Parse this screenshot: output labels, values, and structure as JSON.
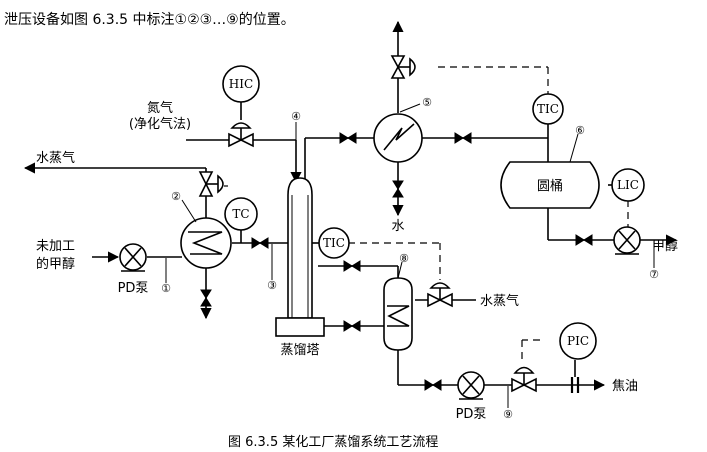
{
  "header": {
    "text": "泄压设备如图 6.3.5 中标注①②③…⑨的位置。"
  },
  "caption": {
    "text": "图 6.3.5   某化工厂蒸馏系统工艺流程"
  },
  "labels": {
    "nitrogen": "氮气",
    "nitrogen_note": "(净化气法)",
    "steam_top": "水蒸气",
    "feed_line1": "未加工",
    "feed_line2": "的甲醇",
    "pump_feed": "PD泵",
    "water": "水",
    "drum": "圆桶",
    "methanol_out": "甲醇",
    "steam_reboiler": "水蒸气",
    "column": "蒸馏塔",
    "pump_bottom": "PD泵",
    "tar": "焦油"
  },
  "instruments": {
    "hic": "HIC",
    "tc": "TC",
    "tic_column": "TIC",
    "tic_top": "TIC",
    "lic": "LIC",
    "pic": "PIC"
  },
  "markers": {
    "m1": "①",
    "m2": "②",
    "m3": "③",
    "m4": "④",
    "m5": "⑤",
    "m6": "⑥",
    "m7": "⑦",
    "m8": "⑧",
    "m9": "⑨"
  }
}
